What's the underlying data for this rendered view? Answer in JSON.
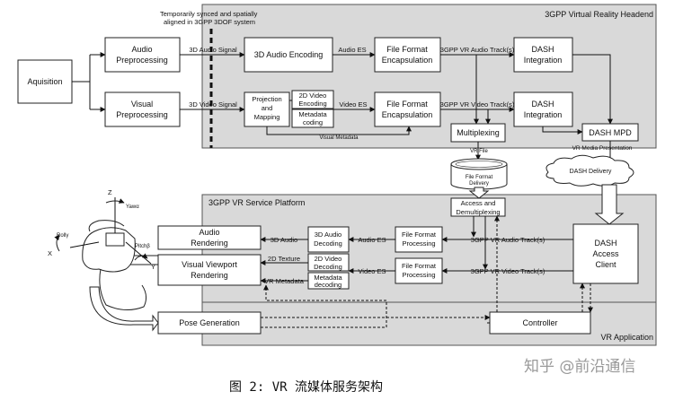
{
  "note": {
    "line1": "Temporarily synced and spatially",
    "line2": "aligned in 3GPP 3DOF system"
  },
  "regions": {
    "headend": "3GPP Virtual Reality Headend",
    "platform": "3GPP VR Service Platform",
    "application": "VR Application"
  },
  "boxes": {
    "acquisition": "Aquisition",
    "audio_pre_1": "Audio",
    "audio_pre_2": "Preprocessing",
    "visual_pre_1": "Visual",
    "visual_pre_2": "Preprocessing",
    "audio_enc": "3D Audio Encoding",
    "proj_1": "Projection",
    "proj_2": "and",
    "proj_3": "Mapping",
    "v2d_1": "2D Video",
    "v2d_2": "Encoding",
    "meta_1": "Metadata",
    "meta_2": "coding",
    "ffe_a_1": "File Format",
    "ffe_a_2": "Encapsulation",
    "ffe_v_1": "File Format",
    "ffe_v_2": "Encapsulation",
    "dash_a_1": "DASH",
    "dash_a_2": "Integration",
    "dash_v_1": "DASH",
    "dash_v_2": "Integration",
    "multiplex": "Multiplexing",
    "mpd": "DASH MPD",
    "file_db_1": "File Format",
    "file_db_2": "Delivery",
    "access_1": "Access and",
    "access_2": "Demultiplexing",
    "ffp_a_1": "File Format",
    "ffp_a_2": "Processing",
    "ffp_v_1": "File Format",
    "ffp_v_2": "Processing",
    "audio_dec_1": "3D Audio",
    "audio_dec_2": "Decoding",
    "v2d_dec_1": "2D Video",
    "v2d_dec_2": "Decoding",
    "meta_dec_1": "Metadata",
    "meta_dec_2": "decoding",
    "audio_render_1": "Audio",
    "audio_render_2": "Rendering",
    "vv_render_1": "Visual Viewport",
    "vv_render_2": "Rendering",
    "dash_client_1": "DASH",
    "dash_client_2": "Access",
    "dash_client_3": "Client",
    "pose": "Pose Generation",
    "controller": "Controller",
    "delivery": "DASH Delivery"
  },
  "labels": {
    "sig_audio": "3D Audio Signal",
    "sig_video": "3D Video Signal",
    "audio_es_top": "Audio ES",
    "video_es_top": "Video ES",
    "track_audio_top": "3GPP VR Audio Track(s)",
    "track_video_top": "3GPP VR Video Track(s)",
    "visual_metadata": "Visual Metadata",
    "vr_file": "VR File",
    "vr_media_pres": "VR Media Presentation",
    "audio_3d": "3D Audio",
    "audio_es_bot": "Audio ES",
    "texture_2d": "2D Texture",
    "video_es_bot": "Video ES",
    "vr_metadata": "VR Metadata",
    "track_audio_bot": "3GPP VR Audio Track(s)",
    "track_video_bot": "3GPP VR Video Track(s)",
    "axis_z": "Z",
    "axis_x": "X",
    "axis_y": "Y",
    "yaw": "Yawα",
    "roll": "Rollγ",
    "pitch": "Pitchβ"
  },
  "caption": "图 2: VR 流媒体服务架构",
  "watermark": "知乎 @前沿通信"
}
